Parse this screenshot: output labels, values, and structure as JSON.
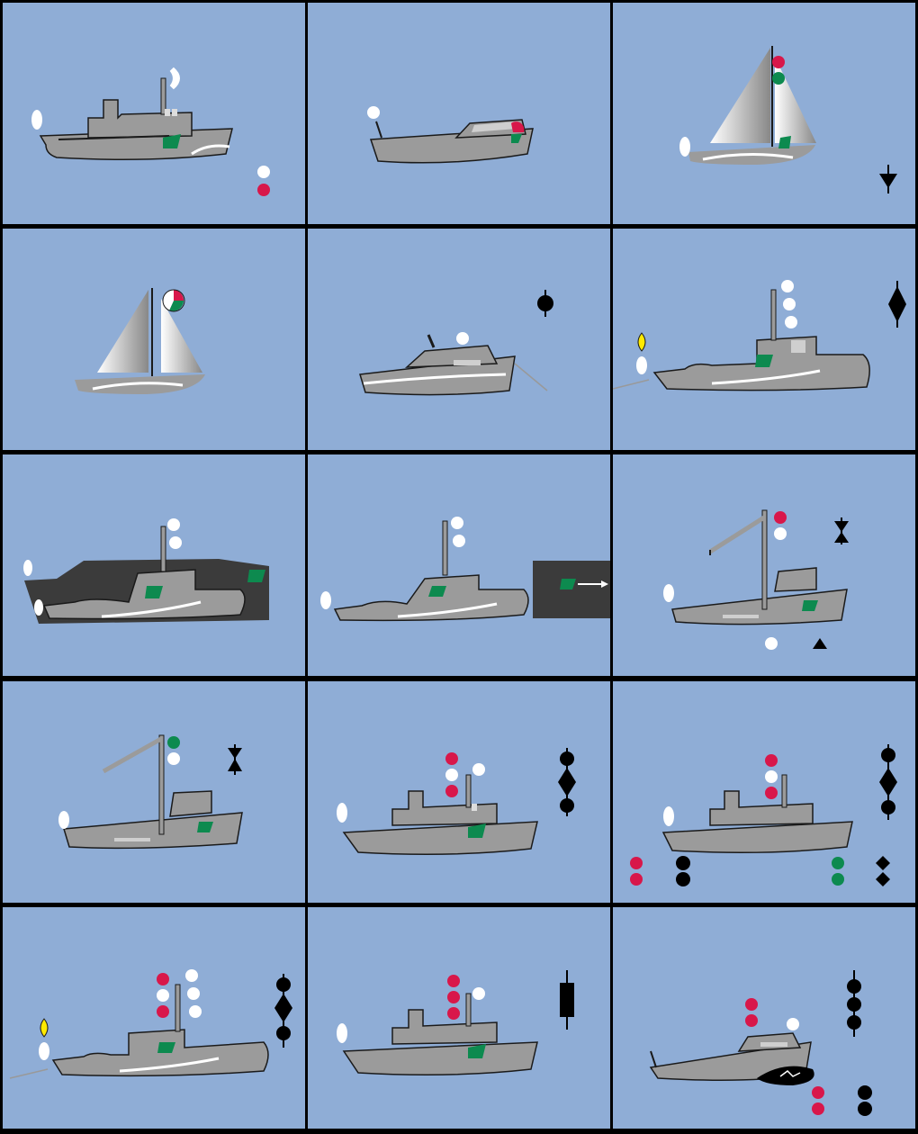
{
  "colors": {
    "water": "#8fadd6",
    "hull": "#9b9b9b",
    "outline": "#1a1a1a",
    "red": "#d8174a",
    "green": "#0d8a4f",
    "white": "#ffffff",
    "yellow": "#ffea00",
    "shape": "#000000",
    "dark_tow": "#3b3b3b"
  },
  "panels": [
    {
      "id": "p01",
      "vessel": "power-driven-small",
      "lights": [
        "masthead",
        "masthead-aft",
        "stern",
        "sidelight-green",
        "white",
        "red"
      ],
      "day_shapes": []
    },
    {
      "id": "p02",
      "vessel": "motorboat",
      "lights": [
        "all-round-white",
        "sidelights-red-green"
      ],
      "day_shapes": []
    },
    {
      "id": "p03",
      "vessel": "sailing-vessel",
      "lights": [
        "red-over-green",
        "sidelight-green",
        "stern"
      ],
      "day_shapes": [
        "cone-point-down"
      ]
    },
    {
      "id": "p04",
      "vessel": "sailing-vessel-small",
      "lights": [
        "tricolor"
      ],
      "day_shapes": []
    },
    {
      "id": "p05",
      "vessel": "motorboat-at-anchor",
      "lights": [
        "all-round-white"
      ],
      "day_shapes": [
        "ball"
      ]
    },
    {
      "id": "p06",
      "vessel": "towing-vessel",
      "lights": [
        "three-masthead",
        "yellow-towing",
        "stern",
        "sidelight-green"
      ],
      "day_shapes": [
        "diamond"
      ]
    },
    {
      "id": "p07",
      "vessel": "towing-alongside",
      "lights": [
        "two-masthead",
        "sidelights"
      ],
      "day_shapes": []
    },
    {
      "id": "p08",
      "vessel": "pushing-ahead",
      "lights": [
        "two-masthead",
        "sidelight-green"
      ],
      "day_shapes": []
    },
    {
      "id": "p09",
      "vessel": "fishing-vessel",
      "lights": [
        "red-over-white",
        "stern",
        "sidelight-green",
        "white"
      ],
      "day_shapes": [
        "two-cones-points-together",
        "cone-point-up"
      ]
    },
    {
      "id": "p10",
      "vessel": "trawler",
      "lights": [
        "green-over-white",
        "stern",
        "sidelight-green"
      ],
      "day_shapes": [
        "two-cones-points-together"
      ]
    },
    {
      "id": "p11",
      "vessel": "restricted-in-ability-to-maneuver",
      "lights": [
        "red-white-red",
        "masthead",
        "stern",
        "sidelight-green"
      ],
      "day_shapes": [
        "ball-diamond-ball"
      ]
    },
    {
      "id": "p12",
      "vessel": "dredging",
      "lights": [
        "red-white-red",
        "red-red",
        "green-green"
      ],
      "day_shapes": [
        "ball-diamond-ball",
        "two-balls",
        "two-diamonds"
      ]
    },
    {
      "id": "p13",
      "vessel": "towing-restricted",
      "lights": [
        "red-white-red",
        "three-masthead",
        "yellow-towing",
        "stern"
      ],
      "day_shapes": [
        "ball-diamond-ball"
      ]
    },
    {
      "id": "p14",
      "vessel": "constrained-by-draft",
      "lights": [
        "three-red",
        "masthead",
        "stern",
        "sidelight-green"
      ],
      "day_shapes": [
        "cylinder"
      ]
    },
    {
      "id": "p15",
      "vessel": "aground",
      "lights": [
        "two-red",
        "all-round-white",
        "two-red"
      ],
      "day_shapes": [
        "three-balls",
        "two-balls"
      ]
    }
  ]
}
